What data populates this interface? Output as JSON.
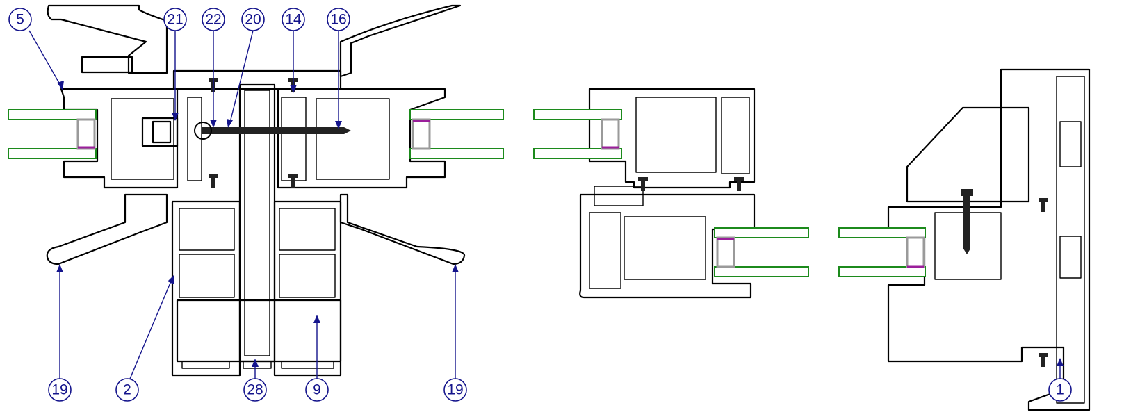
{
  "callouts": [
    {
      "id": "c5",
      "label": "5"
    },
    {
      "id": "c21",
      "label": "21"
    },
    {
      "id": "c22",
      "label": "22"
    },
    {
      "id": "c20",
      "label": "20"
    },
    {
      "id": "c14",
      "label": "14"
    },
    {
      "id": "c16",
      "label": "16"
    },
    {
      "id": "c19a",
      "label": "19"
    },
    {
      "id": "c2",
      "label": "2"
    },
    {
      "id": "c28",
      "label": "28"
    },
    {
      "id": "c9",
      "label": "9"
    },
    {
      "id": "c19b",
      "label": "19"
    },
    {
      "id": "c1",
      "label": "1"
    }
  ],
  "colors": {
    "profile": "#000000",
    "glass": "#1c8a1c",
    "spacer": "#9a9a9a",
    "sealant": "#9b1f9b",
    "callout": "#14148c"
  }
}
